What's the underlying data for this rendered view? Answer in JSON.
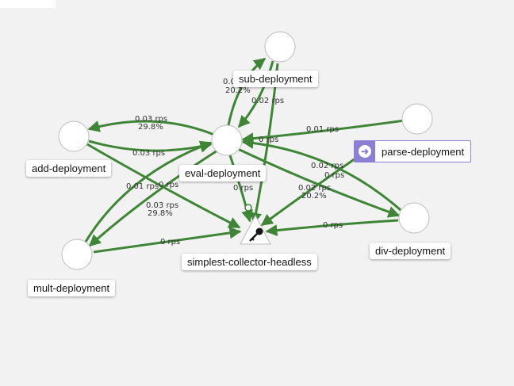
{
  "nodes": {
    "sub": "sub-deployment",
    "add": "add-deployment",
    "eval": "eval-deployment",
    "parse": "parse-deployment",
    "collector": "simplest-collector-headless",
    "div": "div-deployment",
    "mult": "mult-deployment"
  },
  "edge_labels": {
    "add_eval_top_rps": "0.03 rps",
    "add_eval_top_pct": "29.8%",
    "add_eval_bot": "0.03 rps",
    "sub_a_rps": "0.0",
    "sub_a_pct": "20.2%",
    "sub_b": "0.02 rps",
    "parse_eval": "0.01 rps",
    "eval_coll": "0 rps",
    "eval_coll_2": "0 rps",
    "add_coll": "0 rps",
    "eval_mult": "0.01 rps",
    "mult_eval_rps": "0.03 rps",
    "mult_eval_pct": "29.8%",
    "mult_coll": "0 rps",
    "eval_div_rps": "0.02 rps",
    "parse_coll": "0 rps",
    "div_eval_rps": "0.02 rps",
    "div_eval_pct": "20.2%",
    "div_coll": "0 rps"
  },
  "colors": {
    "edge": "#3e8635",
    "selected_accent": "#8a7fd5"
  },
  "icons": {
    "collector": "key-icon",
    "selected": "arrow-right-circle-icon"
  }
}
